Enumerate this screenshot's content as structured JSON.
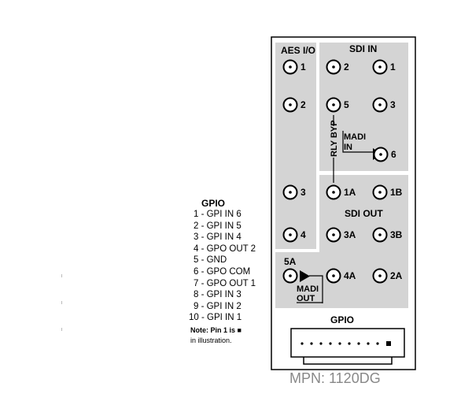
{
  "sections": {
    "aes_io": "AES I/O",
    "sdi_in": "SDI IN",
    "sdi_out": "SDI OUT",
    "gpio_header": "GPIO",
    "relay_bypass": "RLY BYP",
    "madi_in": [
      "MADI",
      "IN"
    ],
    "madi_out": [
      "MADI",
      "OUT"
    ]
  },
  "connectors": {
    "aes_1": "1",
    "aes_2": "2",
    "aes_3": "3",
    "aes_4": "4",
    "sdi_in_2": "2",
    "sdi_in_1": "1",
    "sdi_in_5": "5",
    "sdi_in_3": "3",
    "madi_in_6": "6",
    "sdi_1a": "1A",
    "sdi_1b": "1B",
    "sdi_3a": "3A",
    "sdi_3b": "3B",
    "madi_5a": "5A",
    "sdi_4a": "4A",
    "sdi_2a": "2A"
  },
  "gpio_legend": {
    "title": "GPIO",
    "items": [
      "1 - GPI IN 6",
      "2 - GPI IN 5",
      "3 - GPI IN 4",
      "4 - GPO OUT 2",
      "5 - GND",
      "6 - GPO COM",
      "7 - GPO OUT 1",
      "8 - GPI IN 3",
      "9 - GPI IN 2",
      "10 - GPI IN 1"
    ],
    "note_line1": "Note: Pin 1 is ■",
    "note_line2": "in illustration."
  },
  "mpn": "MPN: 1120DG"
}
